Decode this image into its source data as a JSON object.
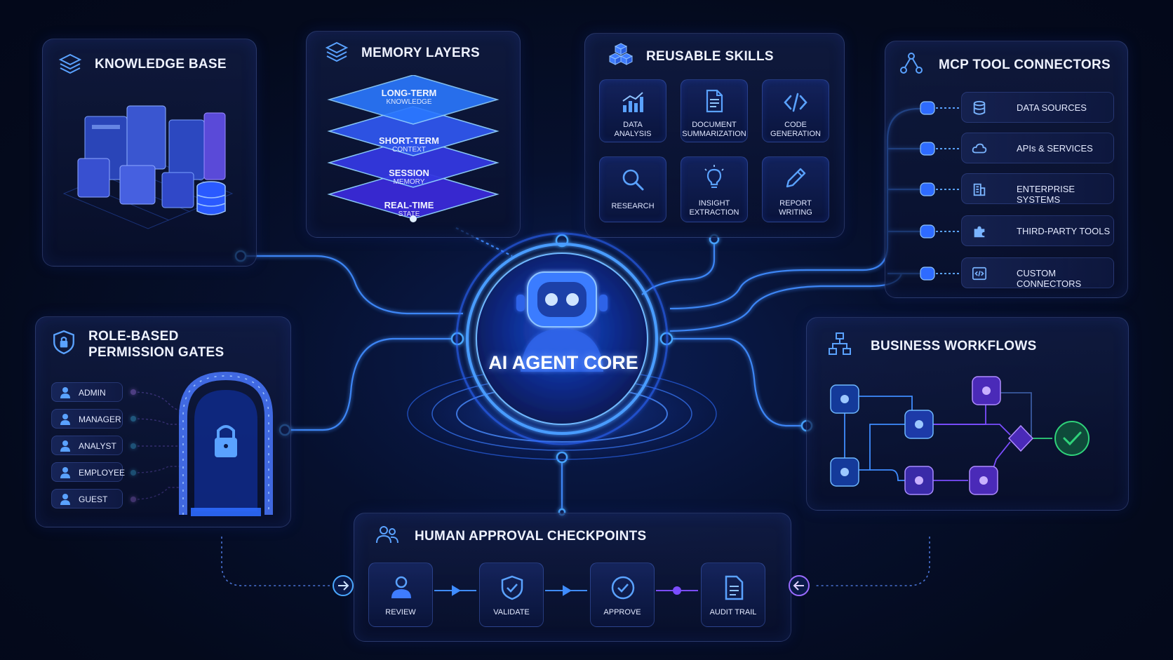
{
  "core": {
    "title": "AI AGENT CORE"
  },
  "knowledge_base": {
    "title": "KNOWLEDGE BASE",
    "icon": "layers-icon"
  },
  "memory_layers": {
    "title": "MEMORY LAYERS",
    "icon": "layers-icon",
    "layers": [
      {
        "name": "LONG-TERM",
        "sub": "KNOWLEDGE"
      },
      {
        "name": "SHORT-TERM",
        "sub": "CONTEXT"
      },
      {
        "name": "SESSION",
        "sub": "MEMORY"
      },
      {
        "name": "REAL-TIME",
        "sub": "STATE"
      }
    ]
  },
  "reusable_skills": {
    "title": "REUSABLE SKILLS",
    "icon": "cubes-icon",
    "skills": [
      {
        "line1": "DATA",
        "line2": "ANALYSIS",
        "icon": "bar-chart-icon"
      },
      {
        "line1": "DOCUMENT",
        "line2": "SUMMARIZATION",
        "icon": "document-icon"
      },
      {
        "line1": "CODE",
        "line2": "GENERATION",
        "icon": "code-icon"
      },
      {
        "line1": "RESEARCH",
        "line2": "",
        "icon": "magnifier-icon"
      },
      {
        "line1": "INSIGHT",
        "line2": "EXTRACTION",
        "icon": "lightbulb-icon"
      },
      {
        "line1": "REPORT",
        "line2": "WRITING",
        "icon": "pencil-icon"
      }
    ]
  },
  "mcp_connectors": {
    "title": "MCP TOOL CONNECTORS",
    "icon": "network-icon",
    "items": [
      {
        "label": "DATA SOURCES",
        "icon": "database-icon"
      },
      {
        "label": "APIs & SERVICES",
        "icon": "cloud-icon"
      },
      {
        "label": "ENTERPRISE SYSTEMS",
        "icon": "building-icon"
      },
      {
        "label": "THIRD-PARTY TOOLS",
        "icon": "puzzle-icon"
      },
      {
        "label": "CUSTOM CONNECTORS",
        "icon": "code-icon"
      }
    ]
  },
  "permission_gates": {
    "title_line1": "ROLE-BASED",
    "title_line2": "PERMISSION GATES",
    "icon": "shield-lock-icon",
    "roles": [
      "ADMIN",
      "MANAGER",
      "ANALYST",
      "EMPLOYEE",
      "GUEST"
    ]
  },
  "business_workflows": {
    "title": "BUSINESS WORKFLOWS",
    "icon": "hierarchy-icon"
  },
  "human_approval": {
    "title": "HUMAN APPROVAL CHECKPOINTS",
    "icon": "users-icon",
    "steps": [
      {
        "label": "REVIEW",
        "icon": "person-icon"
      },
      {
        "label": "VALIDATE",
        "icon": "shield-check-icon"
      },
      {
        "label": "APPROVE",
        "icon": "check-circle-icon"
      },
      {
        "label": "AUDIT TRAIL",
        "icon": "document-icon"
      }
    ]
  },
  "colors": {
    "accent": "#3d7bff",
    "glow": "#4aa8ff",
    "purple": "#7b4dff",
    "green": "#2fd27a"
  }
}
